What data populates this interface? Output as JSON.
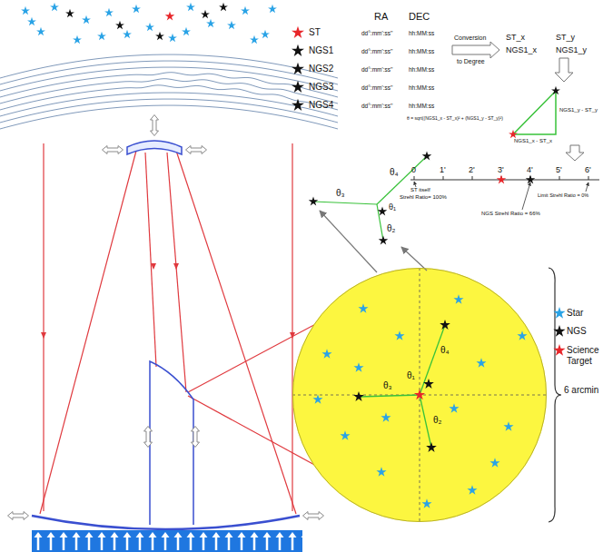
{
  "diagram": {
    "nodes": [
      {
        "text": [
          "θ₄",
          "θ₁",
          "θ₃",
          "θ₂"
        ]
      }
    ],
    "labels": [
      "RA",
      "DEC",
      "ST",
      "dd°:mm':ss''",
      "hh:MM:ss",
      "NGS1",
      "dd°:mm':ss''",
      "hh:MM:ss",
      "NGS2",
      "dd°:mm':ss''",
      "hh:MM:ss",
      "NGS3",
      "dd°:mm':ss''",
      "hh:MM:ss",
      "NGS4",
      "dd°:mm':ss''",
      "hh:MM:ss",
      "Conversion",
      "to Degree",
      "ST_x",
      "ST_y",
      "NGS1_x",
      "NGS1_y",
      "θ = sqrt((NGS1_x - ST_x)² + (NGS1_y - ST_y)²)",
      "NGS1_y - ST_y",
      "NGS1_x - ST_x",
      "0",
      "1'",
      "2'",
      "3'",
      "4'",
      "5'",
      "6'",
      "ST itself",
      "Strehl Ratio= 100%",
      "NGS Strehl Ratio = 66%",
      "Limit Strehl Ratio = 0%",
      "θ₄",
      "θ₁",
      "θ₃",
      "θ₂",
      "6 arcmin"
    ],
    "legend": [
      {
        "text": "Star"
      },
      {
        "text": "NGS"
      },
      {
        "text": "Science Target"
      }
    ]
  }
}
